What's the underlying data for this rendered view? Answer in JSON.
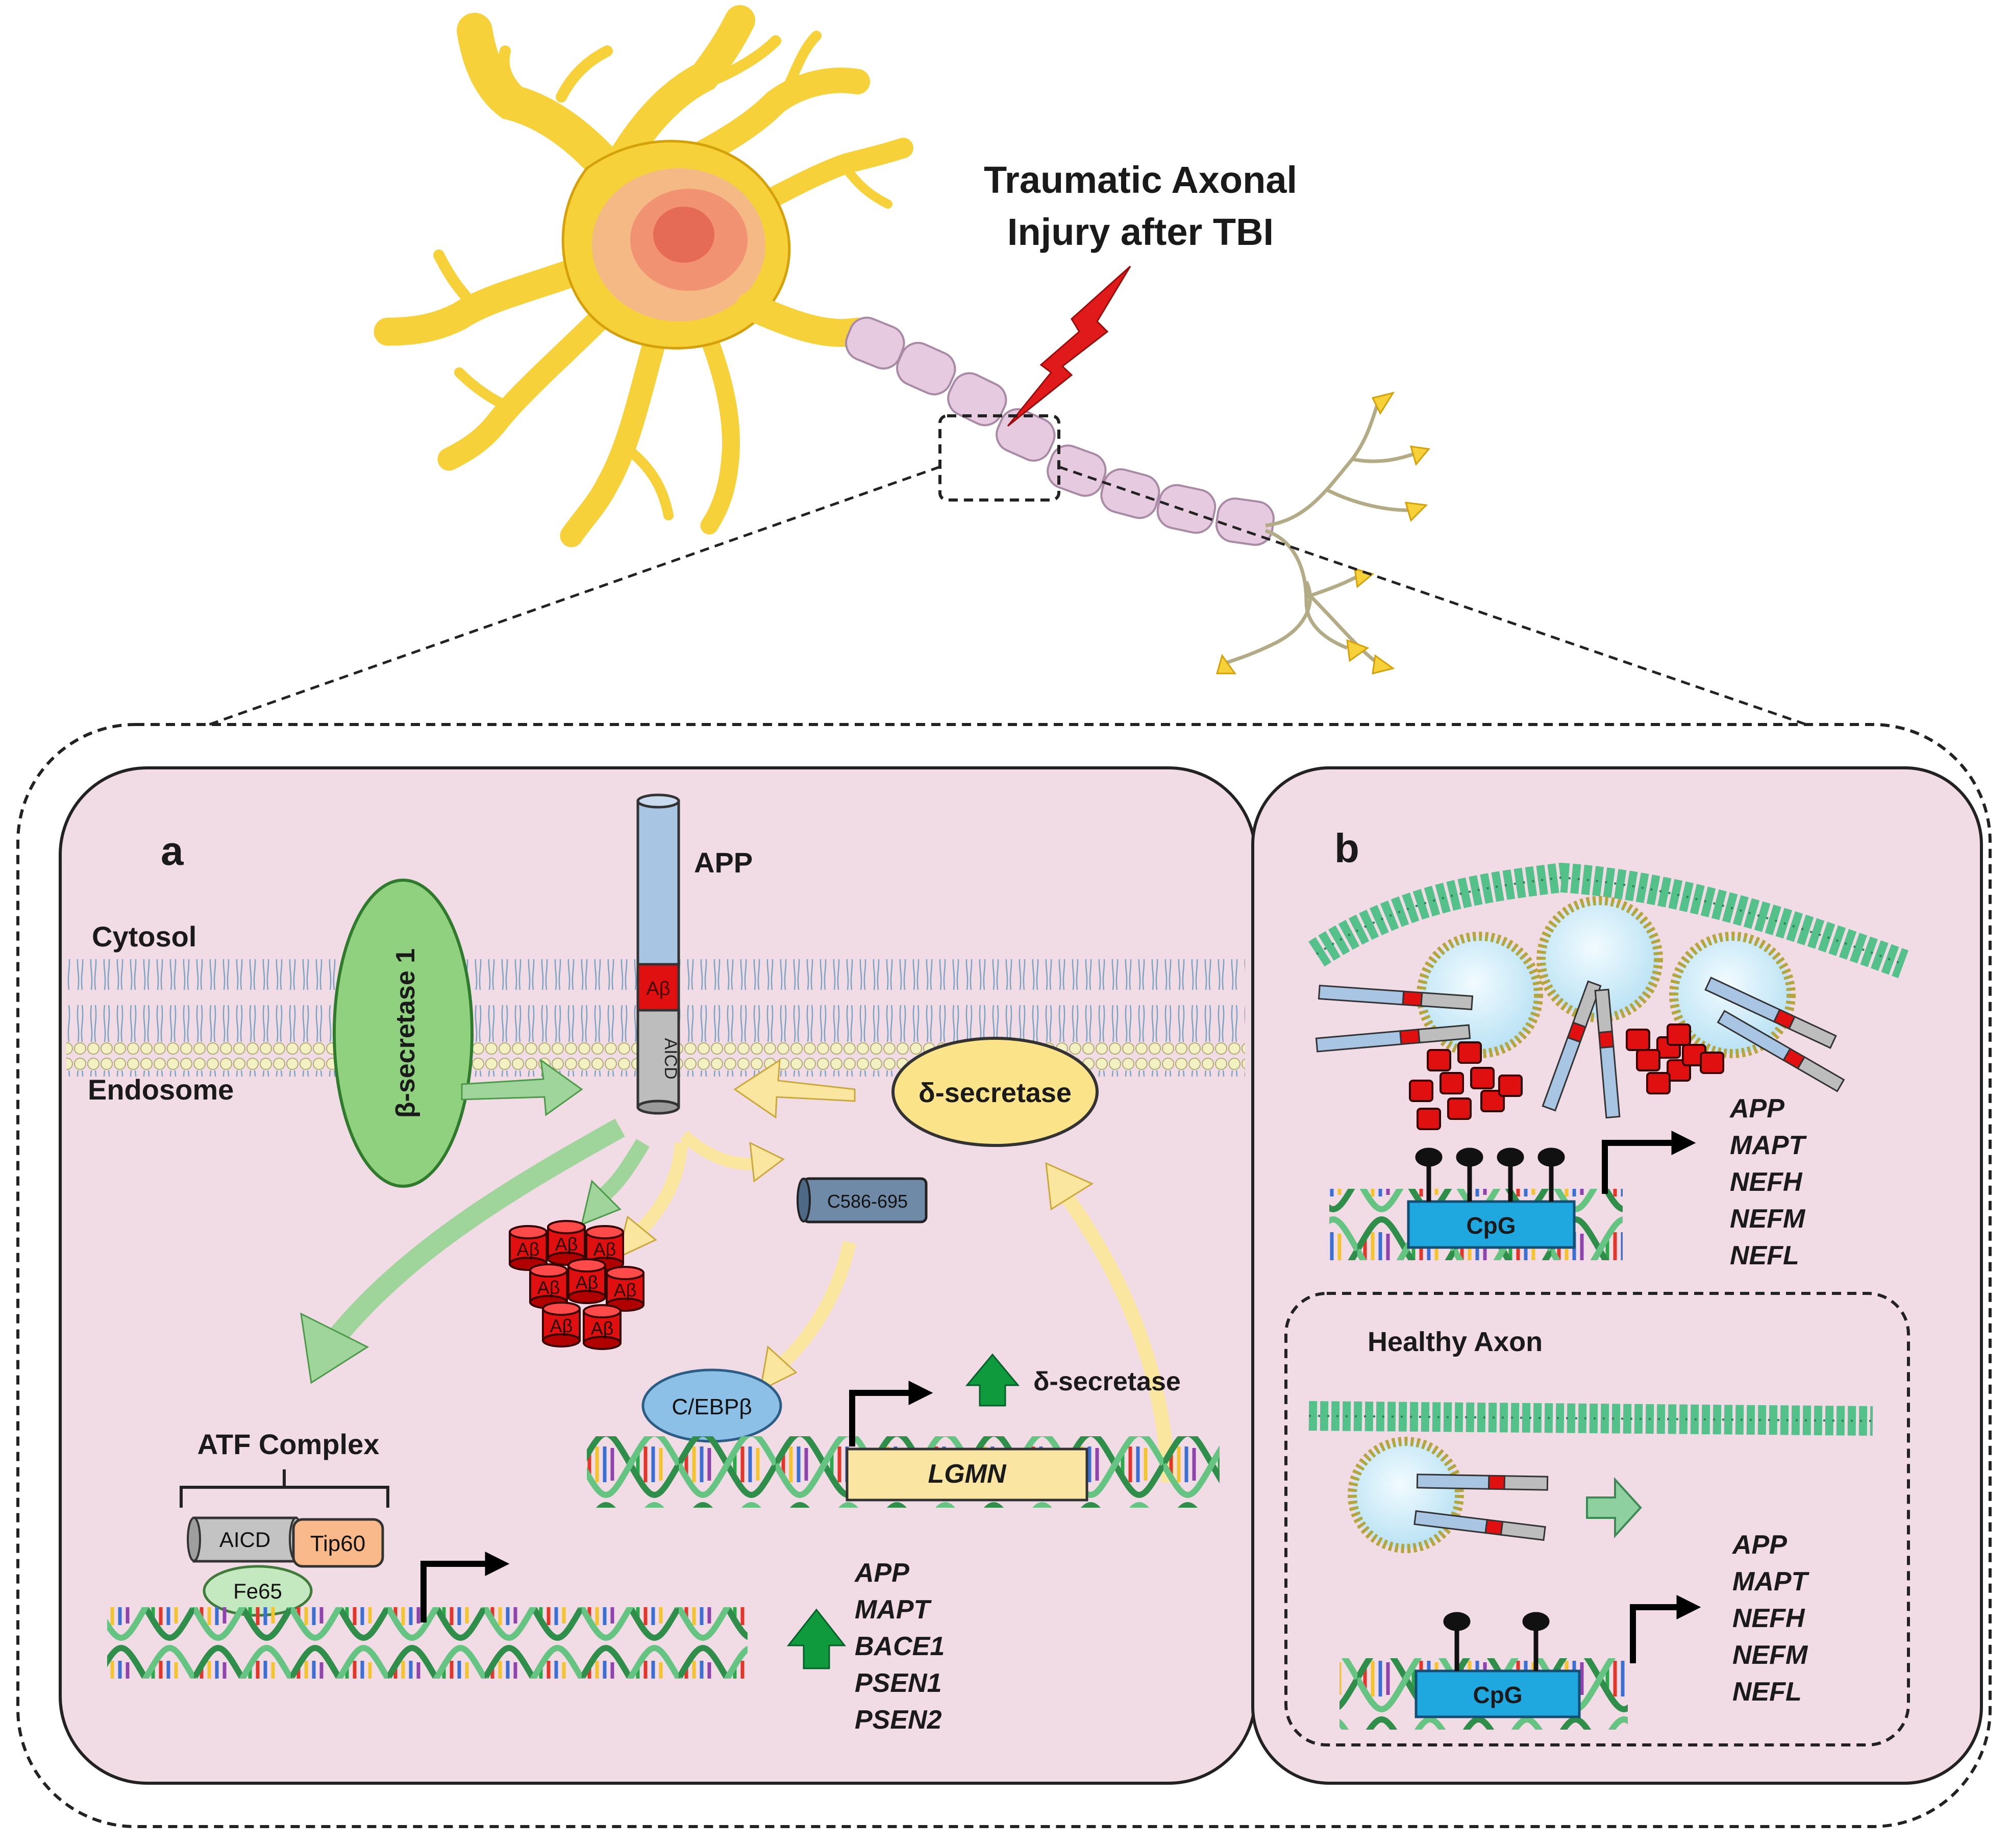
{
  "title": {
    "line1": "Traumatic Axonal",
    "line2": "Injury after TBI"
  },
  "panel_a": {
    "letter": "a",
    "cytosol": "Cytosol",
    "endosome": "Endosome",
    "beta_secretase": "β-secretase 1",
    "app": "APP",
    "abeta": "Aβ",
    "aicd": "AICD",
    "delta_secretase": "δ-secretase",
    "fragment": "C586-695",
    "cebpb": "C/EBPβ",
    "lgmn": "LGMN",
    "delta_up": "δ-secretase",
    "atf_complex": "ATF Complex",
    "atf_aicd": "AICD",
    "tip60": "Tip60",
    "fe65": "Fe65",
    "genes": [
      "APP",
      "MAPT",
      "BACE1",
      "PSEN1",
      "PSEN2"
    ]
  },
  "panel_b": {
    "letter": "b",
    "cpg_injured": "CpG",
    "genes_injured": [
      "APP",
      "MAPT",
      "NEFH",
      "NEFM",
      "NEFL"
    ],
    "healthy": "Healthy Axon",
    "cpg_healthy": "CpG",
    "genes_healthy": [
      "APP",
      "MAPT",
      "NEFH",
      "NEFM",
      "NEFL"
    ]
  },
  "colors": {
    "panel_fill": "#f1dce6",
    "neuron_yellow": "#f6d13a",
    "axon_pink": "#e6cbe0",
    "membrane_head": "#f1f0c0",
    "green": "#9fd49a",
    "yellow_arrow": "#fbe6a0",
    "abeta_red": "#e01010",
    "dna_green": "#3aa35a",
    "cpg_blue": "#1fa8e0",
    "lightning": "#e01a1a",
    "up_arrow": "#0f9a3e"
  }
}
